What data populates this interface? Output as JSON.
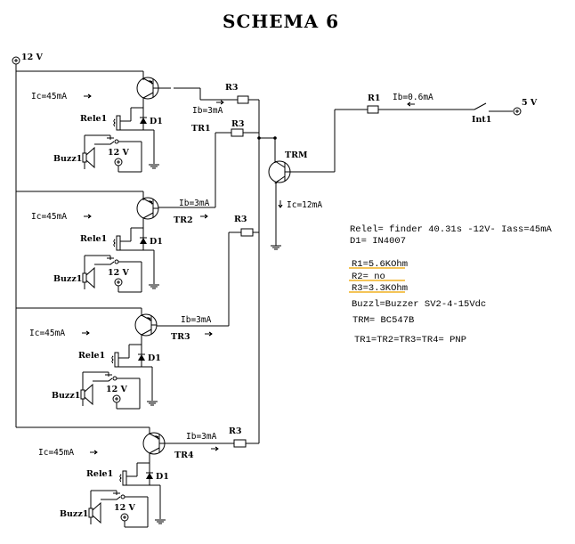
{
  "title": "SCHEMA 6",
  "supplies": {
    "main": "12 V",
    "control": "5 V",
    "relay_supply": "12 V"
  },
  "control_circuit": {
    "switch": "Int1",
    "resistor": "R1",
    "base_current": "Ib=0.6mA",
    "transistor": "TRM",
    "collector_current": "Ic=12mA"
  },
  "stages": [
    {
      "transistor": "TR1",
      "collector_current": "Ic=45mA",
      "base_current": "Ib=3mA",
      "resistor": "R3",
      "relay": "Rele1",
      "diode": "D1",
      "buzzer": "Buzz1",
      "supply": "12 V"
    },
    {
      "transistor": "TR2",
      "collector_current": "Ic=45mA",
      "base_current": "Ib=3mA",
      "resistor": "R3",
      "relay": "Rele1",
      "diode": "D1",
      "buzzer": "Buzz1",
      "supply": "12 V"
    },
    {
      "transistor": "TR3",
      "collector_current": "Ic=45mA",
      "base_current": "Ib=3mA",
      "resistor": "R3",
      "relay": "Rele1",
      "diode": "D1",
      "buzzer": "Buzz1",
      "supply": "12 V"
    },
    {
      "transistor": "TR4",
      "collector_current": "Ic=45mA",
      "base_current": "Ib=3mA",
      "resistor": "R3",
      "relay": "Rele1",
      "diode": "D1",
      "buzzer": "Buzz1",
      "supply": "12 V"
    }
  ],
  "extra_r3_label": "R3",
  "notes": [
    {
      "text": "Relel= finder 40.31s -12V- Iass=45mA",
      "highlight": false
    },
    {
      "text": "D1= IN4007",
      "highlight": false
    },
    {
      "text": "R1=5.6KOhm",
      "highlight": true
    },
    {
      "text": "R2= no",
      "highlight": true
    },
    {
      "text": "R3=3.3KOhm",
      "highlight": true
    },
    {
      "text": "Buzzl=Buzzer SV2-4-15Vdc",
      "highlight": false
    },
    {
      "text": "TRM= BC547B",
      "highlight": false
    },
    {
      "text": "TR1=TR2=TR3=TR4= PNP",
      "highlight": false
    }
  ],
  "colors": {
    "ink": "#000000",
    "highlight": "#f0b020"
  }
}
